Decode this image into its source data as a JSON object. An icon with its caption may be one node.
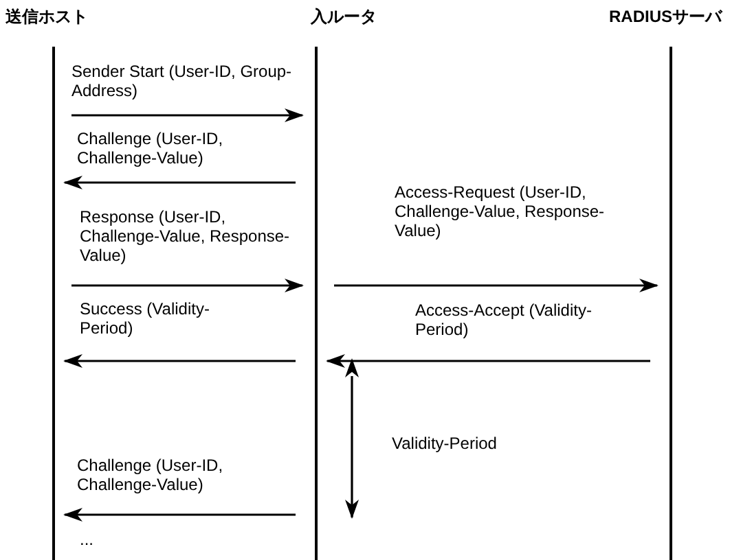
{
  "diagram": {
    "nodes": [
      {
        "text": [
          "送信ホスト"
        ]
      },
      {
        "text": [
          "入ルータ"
        ]
      },
      {
        "text": [
          "RADIUSサーバ"
        ]
      }
    ],
    "edges": [
      {
        "from": 0,
        "to": 1,
        "arrow": "to",
        "label": "Sender Start (User-ID, Group-Address)"
      },
      {
        "from": 1,
        "to": 0,
        "arrow": "to",
        "label": "Challenge (User-ID, Challenge-Value)"
      },
      {
        "from": 0,
        "to": 1,
        "arrow": "to",
        "label": "Response (User-ID, Challenge-Value, Response-Value)"
      },
      {
        "from": 1,
        "to": 2,
        "arrow": "to",
        "label": "Access-Request (User-ID, Challenge-Value, Response-Value)"
      },
      {
        "from": 2,
        "to": 1,
        "arrow": "to",
        "label": "Access-Accept (Validity-Period)"
      },
      {
        "from": 1,
        "to": 0,
        "arrow": "to",
        "label": "Success (Validity-Period)"
      },
      {
        "from": 1,
        "to": 0,
        "arrow": "to",
        "label": "Challenge (User-ID, Challenge-Value)"
      }
    ],
    "labels": [
      "Validity-Period",
      "..."
    ]
  }
}
